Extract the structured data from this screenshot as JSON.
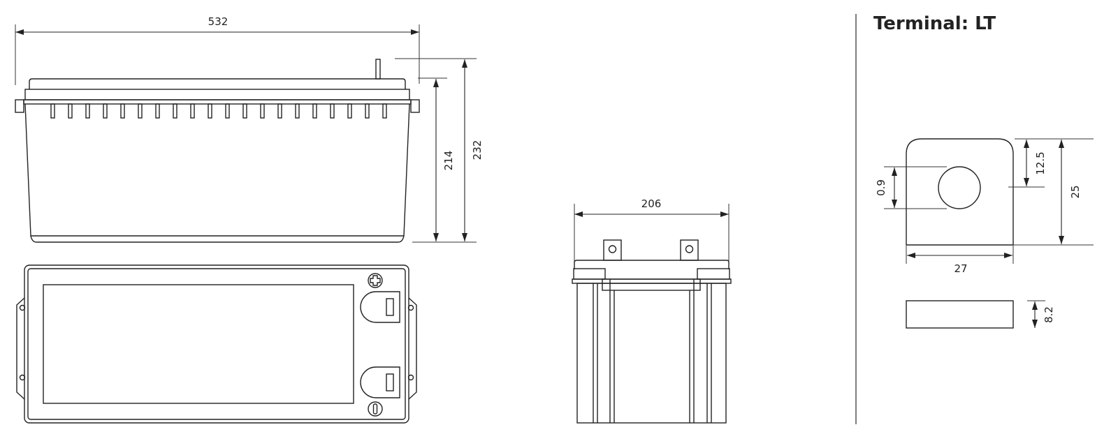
{
  "title": "Terminal: LT",
  "battery": {
    "length": "532",
    "height_case": "214",
    "height_total": "232",
    "width": "206"
  },
  "terminal": {
    "hole": "0.9",
    "hole_center": "12.5",
    "height": "25",
    "width": "27",
    "thickness": "8.2"
  },
  "colors": {
    "line": "#222222",
    "divider": "#555555"
  }
}
